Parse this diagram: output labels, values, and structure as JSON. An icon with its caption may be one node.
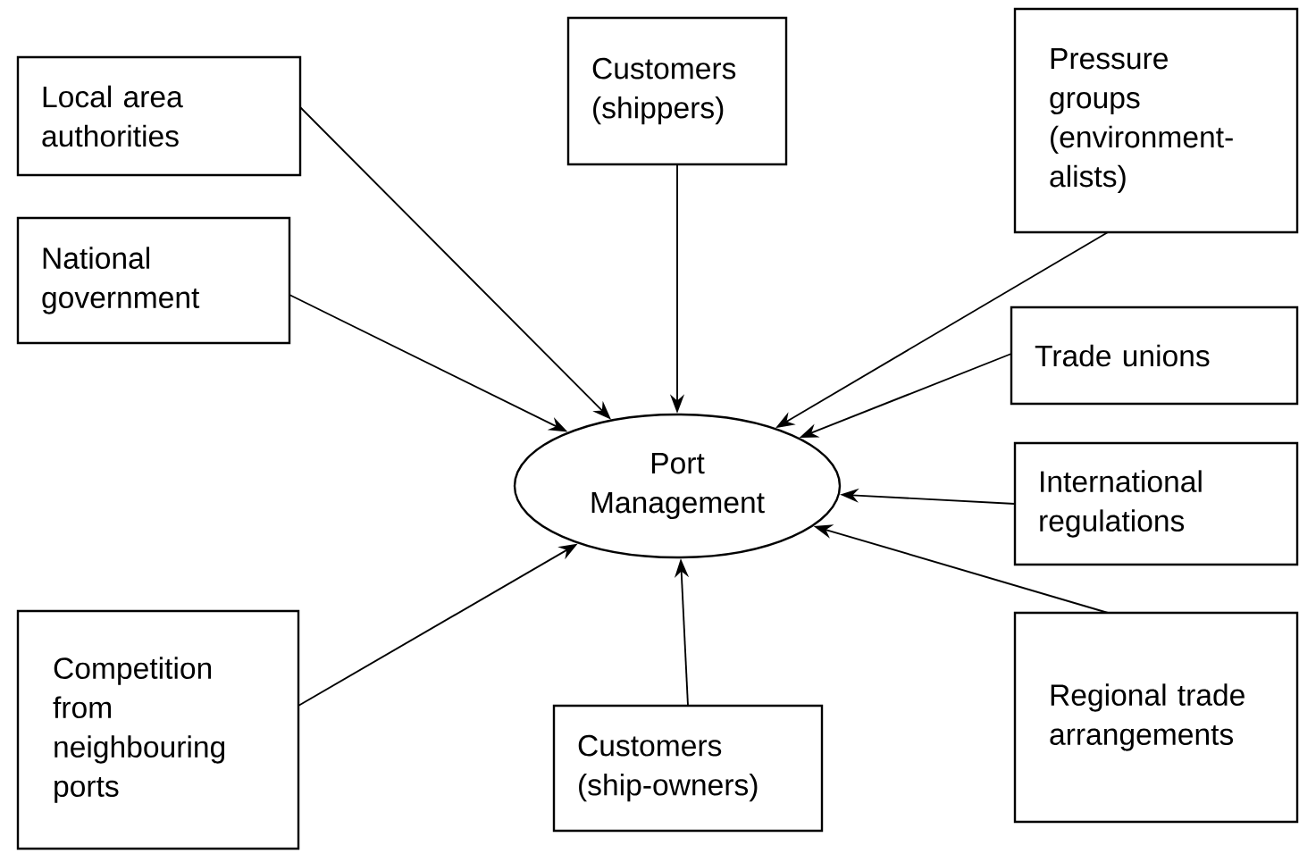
{
  "diagram": {
    "nodes": [
      {
        "text": [
          "Local area authorities"
        ]
      },
      {
        "text": [
          "Customers (shippers)"
        ]
      },
      {
        "text": [
          "Pressure groups (environment-alists)"
        ]
      },
      {
        "text": [
          "National government"
        ]
      },
      {
        "text": [
          "Trade unions"
        ]
      },
      {
        "text": [
          "Port Management"
        ]
      },
      {
        "text": [
          "International regulations"
        ]
      },
      {
        "text": [
          "Competition from neighbouring ports"
        ]
      },
      {
        "text": [
          "Customers (ship-owners)"
        ]
      },
      {
        "text": [
          "Regional trade arrangements"
        ]
      }
    ],
    "edges": [
      {
        "from": 0,
        "to": 5,
        "arrow": "to"
      },
      {
        "from": 1,
        "to": 5,
        "arrow": "to"
      },
      {
        "from": 2,
        "to": 5,
        "arrow": "to"
      },
      {
        "from": 3,
        "to": 5,
        "arrow": "to"
      },
      {
        "from": 4,
        "to": 5,
        "arrow": "to"
      },
      {
        "from": 6,
        "to": 5,
        "arrow": "to"
      },
      {
        "from": 7,
        "to": 5,
        "arrow": "to"
      },
      {
        "from": 8,
        "to": 5,
        "arrow": "to"
      },
      {
        "from": 9,
        "to": 5,
        "arrow": "to"
      }
    ]
  }
}
